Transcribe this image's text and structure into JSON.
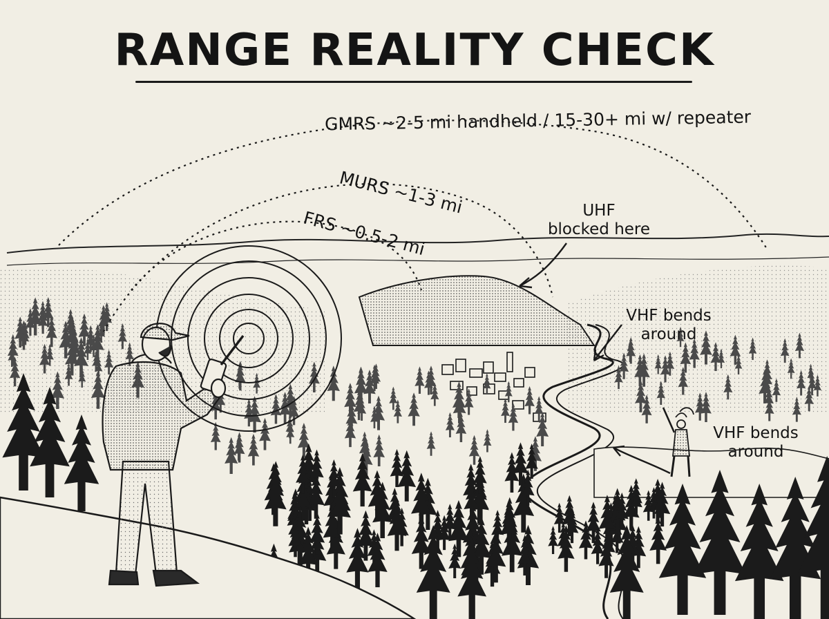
{
  "title": "RANGE REALITY CHECK",
  "ranges": {
    "gmrs": "GMRS ~2-5 mi handheld / 15-30+ mi w/ repeater",
    "murs": "MURS ~1-3 mi",
    "frs": "FRS ~0.5-2 mi"
  },
  "annotations": {
    "uhf_line1": "UHF",
    "uhf_line2": "blocked here",
    "vhf_upper_line1": "VHF bends",
    "vhf_upper_line2": "around",
    "vhf_lower_line1": "VHF bends",
    "vhf_lower_line2": "around"
  },
  "colors": {
    "ink": "#141414",
    "paper": "#f1eee4",
    "shade": "#9a978d"
  }
}
